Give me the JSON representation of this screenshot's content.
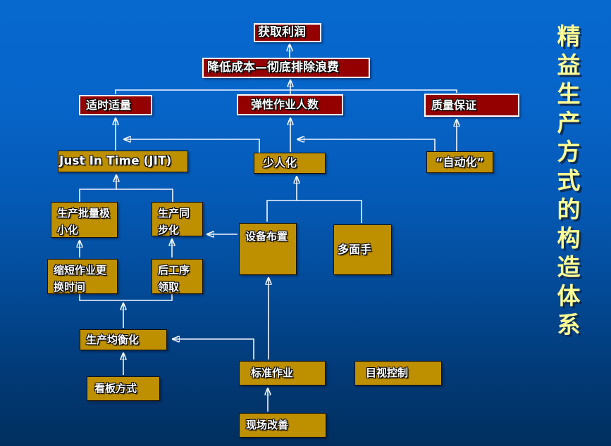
{
  "slide_title": {
    "text": "精益生产方式的构造体系"
  },
  "colors": {
    "background_top": "#0768CE",
    "background_bottom": "#002F5E",
    "red_box_fill": "#940000",
    "red_box_border": "#FFFFFF",
    "gold_box_fill": "#BE9000",
    "gold_box_border": "#13100A",
    "connector": "#F4F8FF",
    "title_text": "#FFFF94",
    "box_text": "#FFFFFF"
  },
  "diagram": {
    "nodes": {
      "profit": {
        "label": "获取利润",
        "type": "red"
      },
      "cost": {
        "label": "降低成本—彻底排除浪费",
        "type": "red"
      },
      "timely": {
        "label": "适时适量",
        "type": "red"
      },
      "flexstaff": {
        "label": "弹性作业人数",
        "type": "red"
      },
      "quality": {
        "label": "质量保证",
        "type": "red"
      },
      "jit": {
        "label": "Just In Time (JIT)",
        "type": "gold"
      },
      "fewer": {
        "label": "少人化",
        "type": "gold"
      },
      "jidoka": {
        "label": "“自动化”",
        "type": "gold"
      },
      "smallbatch": {
        "label": "生产批量极小化",
        "type": "gold"
      },
      "sync": {
        "label": "生产同步化",
        "type": "gold"
      },
      "layout": {
        "label": "设备布置",
        "type": "gold"
      },
      "multiskill": {
        "label": "多面手",
        "type": "gold"
      },
      "changeover": {
        "label": "缩短作业更换时间",
        "type": "gold"
      },
      "pull": {
        "label": "后工序领取",
        "type": "gold"
      },
      "leveling": {
        "label": "生产均衡化",
        "type": "gold"
      },
      "kanban": {
        "label": "看板方式",
        "type": "gold"
      },
      "stdwork": {
        "label": "标准作业",
        "type": "gold"
      },
      "visual": {
        "label": "目视控制",
        "type": "gold"
      },
      "kaizen": {
        "label": "现场改善",
        "type": "gold"
      }
    },
    "edges": [
      {
        "from": "cost",
        "to": "profit"
      },
      {
        "from": "timely",
        "to": "cost"
      },
      {
        "from": "flexstaff",
        "to": "cost"
      },
      {
        "from": "quality",
        "to": "cost"
      },
      {
        "from": "jit",
        "to": "timely"
      },
      {
        "from": "fewer",
        "to": "timely"
      },
      {
        "from": "fewer",
        "to": "flexstaff"
      },
      {
        "from": "jidoka",
        "to": "flexstaff"
      },
      {
        "from": "jidoka",
        "to": "quality"
      },
      {
        "from": "smallbatch",
        "to": "jit"
      },
      {
        "from": "sync",
        "to": "jit"
      },
      {
        "from": "changeover",
        "to": "smallbatch"
      },
      {
        "from": "pull",
        "to": "sync"
      },
      {
        "from": "leveling",
        "to": "changeover"
      },
      {
        "from": "leveling",
        "to": "pull"
      },
      {
        "from": "kanban",
        "to": "leveling"
      },
      {
        "from": "layout",
        "to": "fewer"
      },
      {
        "from": "multiskill",
        "to": "fewer"
      },
      {
        "from": "layout",
        "to": "sync"
      },
      {
        "from": "stdwork",
        "to": "layout"
      },
      {
        "from": "stdwork",
        "to": "leveling"
      },
      {
        "from": "kaizen",
        "to": "stdwork"
      }
    ]
  }
}
